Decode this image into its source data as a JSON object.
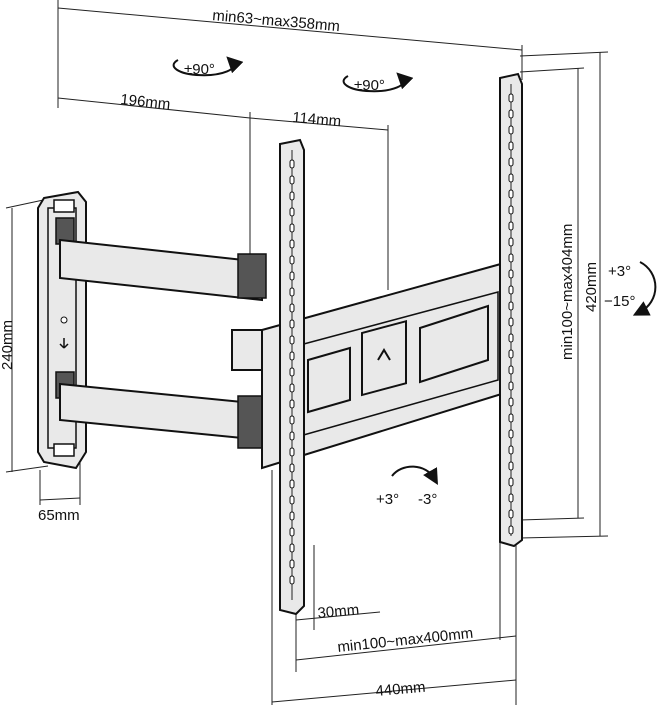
{
  "dimensions": {
    "top_width": "min63~max358mm",
    "arm_reach": "196mm",
    "arm_offset": "114mm",
    "wall_plate_height": "240mm",
    "wall_plate_width": "65mm",
    "vesa_vertical": "min100~max404mm",
    "overall_height": "420mm",
    "bottom_offset": "30mm",
    "vesa_horizontal": "min100~max400mm",
    "overall_width": "440mm"
  },
  "rotations": {
    "swivel_left": "±90°",
    "swivel_right": "±90°",
    "tilt_up": "+3°",
    "tilt_down": "−15°",
    "rotate_plus": "+3°",
    "rotate_minus": "-3°"
  },
  "colors": {
    "line": "#111111",
    "metal": "#e9e9e9",
    "shadow": "#555555"
  }
}
